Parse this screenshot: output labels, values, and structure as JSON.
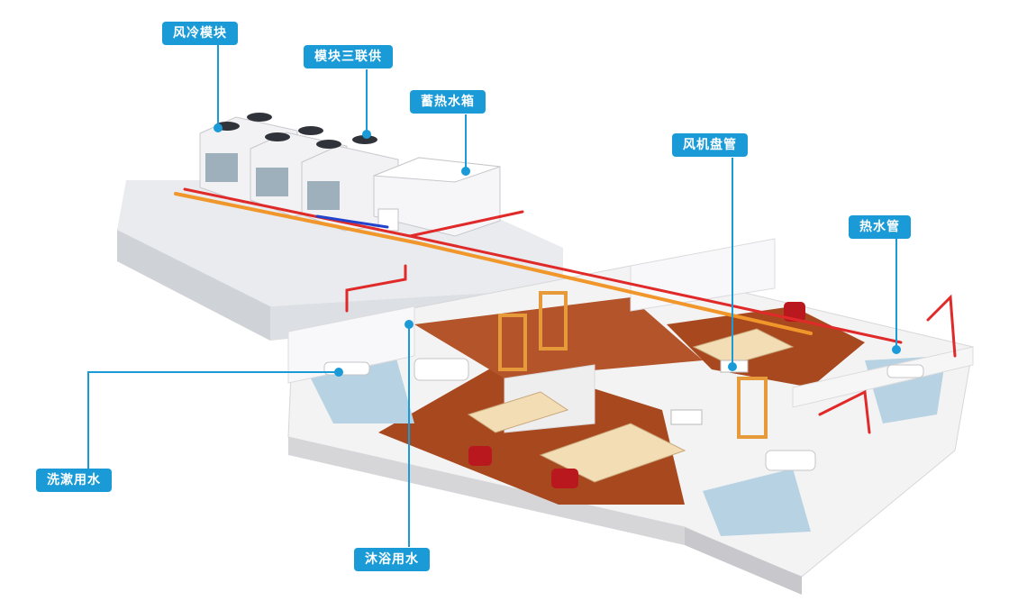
{
  "labels": {
    "air_cooled_module": "风冷模块",
    "triple_supply_module": "模块三联供",
    "heat_storage_tank": "蓄热水箱",
    "fan_coil": "风机盘管",
    "hot_water_pipe": "热水管",
    "washing_water": "洗漱用水",
    "shower_water": "沐浴用水"
  },
  "colors": {
    "label_bg": "#1a9bd7",
    "leader_line": "#1a9bd7",
    "hot_pipe": "#e02a2a",
    "warm_pipe": "#f0962a",
    "cold_pipe": "#2244cc",
    "wood_floor": "#a8481e",
    "tile_floor": "#b7d2e2",
    "wall": "#f1f1f3"
  }
}
